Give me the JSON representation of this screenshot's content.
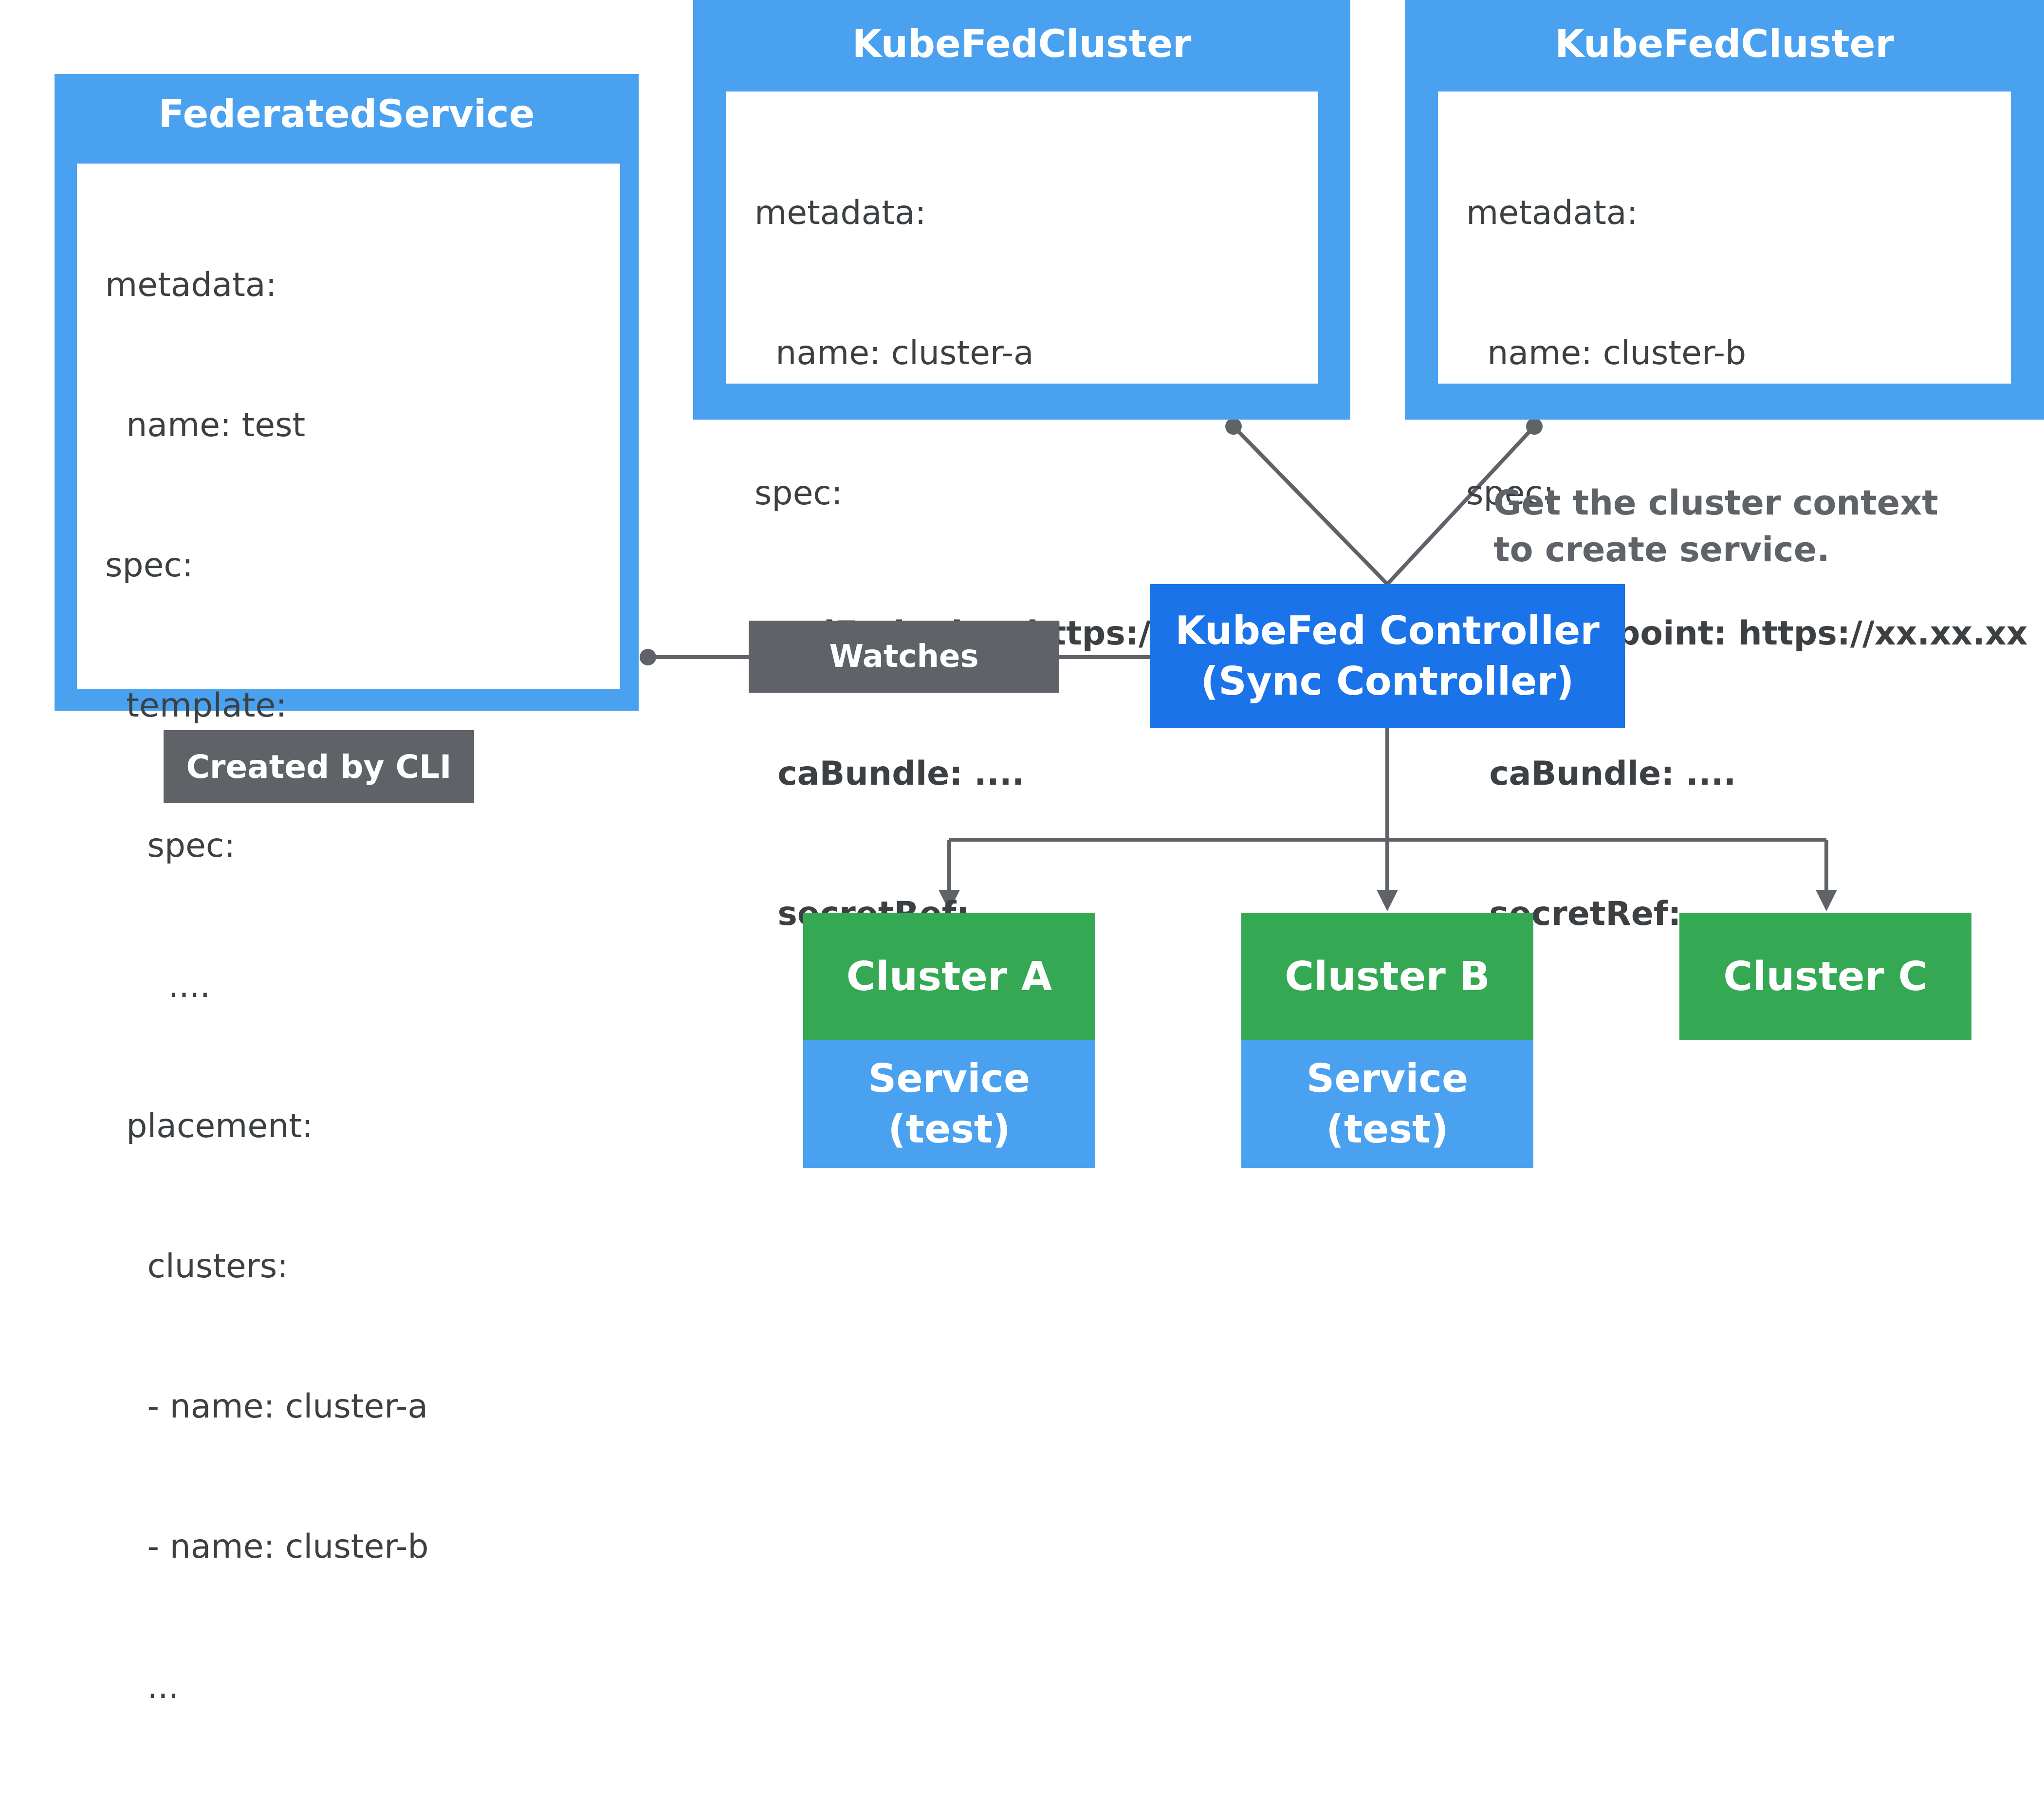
{
  "federated_service": {
    "title": "FederatedService",
    "lines": [
      "metadata:",
      "  name: test",
      "spec:",
      "  template:",
      "    spec:",
      "      ....",
      "  placement:",
      "    clusters:",
      "    - name: cluster-a",
      "    - name: cluster-b",
      "    ..."
    ]
  },
  "created_by": "Created by CLI",
  "kubefed_cluster_a": {
    "title": "KubeFedCluster",
    "lines": [
      "metadata:",
      "  name: cluster-a",
      "spec:"
    ],
    "bold_lines": [
      "  apiEndpoint: https://xx.xx.xx",
      "  caBundle: ....",
      "  secretRef: ...."
    ]
  },
  "kubefed_cluster_b": {
    "title": "KubeFedCluster",
    "lines": [
      "metadata:",
      "  name: cluster-b",
      "spec:"
    ],
    "bold_lines": [
      "  apiEndpoint: https://xx.xx.xx",
      "  caBundle: ....",
      "  secretRef: ...."
    ]
  },
  "watches_label": "Watches",
  "context_note": [
    "Get the cluster context",
    "to create service."
  ],
  "controller": {
    "line1": "KubeFed Controller",
    "line2": "(Sync Controller)"
  },
  "clusters": [
    {
      "name": "Cluster A",
      "service": [
        "Service",
        "(test)"
      ]
    },
    {
      "name": "Cluster B",
      "service": [
        "Service",
        "(test)"
      ]
    },
    {
      "name": "Cluster C"
    }
  ],
  "colors": {
    "card_blue": "#4aa1ef",
    "controller_blue": "#1a73e8",
    "cluster_green": "#34a853",
    "label_gray": "#5f6368",
    "line_gray": "#5f6368"
  }
}
